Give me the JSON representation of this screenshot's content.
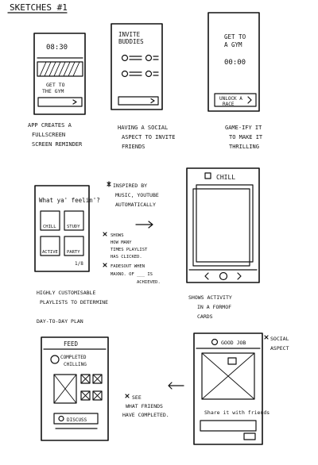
{
  "sheet": {
    "title": "SKETCHES #1"
  },
  "screens": [
    {
      "id": "reminder",
      "time": "08:30",
      "line1": "GET TO",
      "line2": "THE GYM",
      "caption": [
        "APP CREATES A",
        "FULLSCREEN",
        "SCREEN REMINDER"
      ]
    },
    {
      "id": "buddies",
      "title1": "INVITE",
      "title2": "BUDDIES",
      "caption": [
        "HAVING A SOCIAL",
        "ASPECT TO INVITE",
        "FRIENDS"
      ]
    },
    {
      "id": "gamify",
      "line1": "GET TO",
      "line2": "A GYM",
      "timer": "00:00",
      "button1": "UNLOCK A",
      "button2": "RACE",
      "caption": [
        "GAME-IFY IT",
        "TO MAKE IT",
        "THRILLING"
      ]
    },
    {
      "id": "feeling",
      "title": "What ya' feelin'?",
      "tiles": [
        "CHILL",
        "STUDY",
        "ACTIVE",
        "PARTY"
      ],
      "pager": "1/8",
      "notes": [
        "INSPIRED BY",
        "MUSIC, YOUTUBE",
        "AUTOMATICALLY"
      ],
      "notes2": [
        "SHOWS",
        "HOW MANY",
        "TIMES PLAYLIST",
        "HAS CLICKED."
      ],
      "notes3": [
        "FADESOUT WHEN",
        "MAXNO. OF ___ IS",
        "ACHIEVED."
      ],
      "caption": [
        "HIGHLY CUSTOMISABLE",
        "PLAYLISTS TO DETERMINE",
        "DAY-TO-DAY PLAN"
      ]
    },
    {
      "id": "cards",
      "title": "CHILL",
      "caption": [
        "SHOWS ACTIVITY",
        "IN A FORMOF",
        "CARDS"
      ]
    },
    {
      "id": "feed",
      "title": "FEED",
      "status1": "COMPLETED",
      "status2": "CHILLING",
      "button": "DISCUSS",
      "notes": [
        "SEE",
        "WHAT FRIENDS",
        "HAVE COMPLETED."
      ]
    },
    {
      "id": "goodjob",
      "title": "GOOD JOB",
      "share": "Share it with friends",
      "notes": [
        "SOCIAL",
        "ASPECT"
      ]
    }
  ],
  "icons": [
    "arrow-right-icon",
    "arrow-left-icon",
    "check-circle-icon",
    "star-icon"
  ]
}
